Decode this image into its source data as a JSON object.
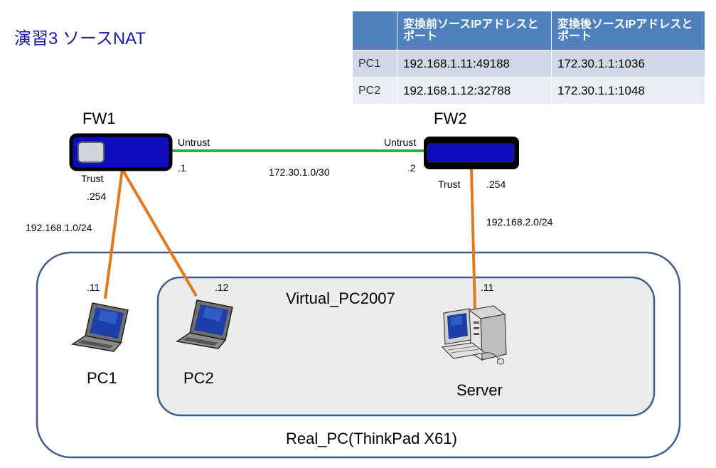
{
  "title": "演習3 ソースNAT",
  "table": {
    "headers": [
      "",
      "変換前ソースIPアドレスとポート",
      "変換後ソースIPアドレスとポート"
    ],
    "rows": [
      {
        "name": "PC1",
        "before": "192.168.1.11:49188",
        "after": "172.30.1.1:1036"
      },
      {
        "name": "PC2",
        "before": "192.168.1.12:32788",
        "after": "172.30.1.1:1048"
      }
    ]
  },
  "fw1": {
    "label": "FW1",
    "trust": "Trust",
    "untrust": "Untrust",
    "if_untrust": ".1",
    "if_trust": ".254"
  },
  "fw2": {
    "label": "FW2",
    "trust": "Trust",
    "untrust": "Untrust",
    "if_untrust": ".2",
    "if_trust": ".254"
  },
  "networks": {
    "wan": "172.30.1.0/30",
    "lan1": "192.168.1.0/24",
    "lan2": "192.168.2.0/24"
  },
  "hosts": {
    "pc1": {
      "label": "PC1",
      "ip": ".11"
    },
    "pc2": {
      "label": "PC2",
      "ip": ".12"
    },
    "server": {
      "label": "Server",
      "ip": ".11"
    }
  },
  "boxes": {
    "real": "Real_PC(ThinkPad X61)",
    "virtual": "Virtual_PC2007"
  },
  "colors": {
    "title": "#1a1aa6",
    "fw_blue": "#0d0dbf",
    "link_green": "#2db34a",
    "link_orange": "#e07a1f",
    "box_stroke": "#3e5e85",
    "header_blue": "#4f81bd"
  }
}
